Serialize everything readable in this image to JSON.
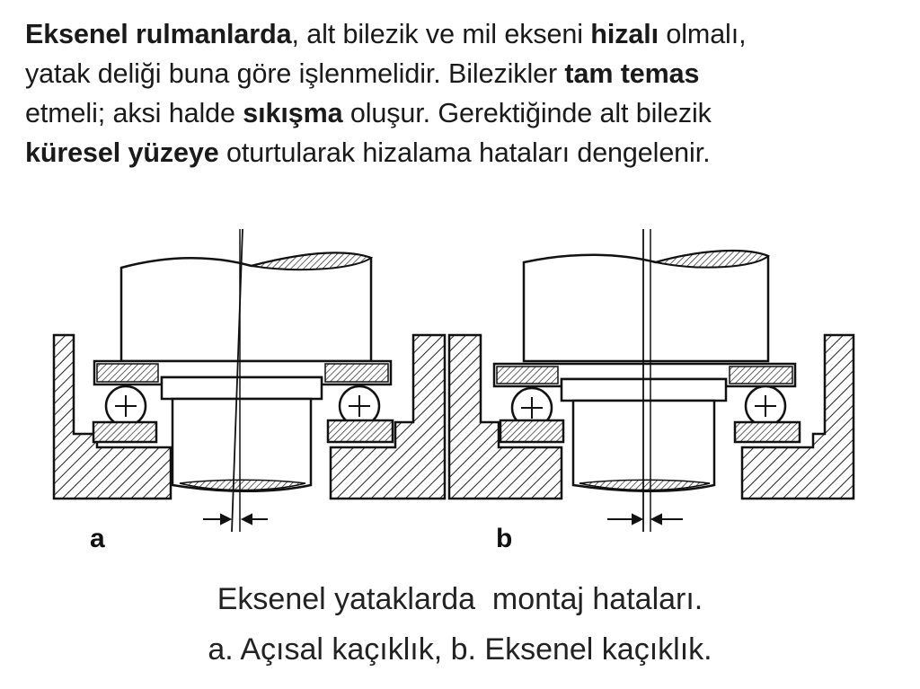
{
  "intro": {
    "l1": [
      "Eksenel rulmanlarda",
      ", alt bilezik ve mil ekseni ",
      "hizalı",
      " olmalı,"
    ],
    "l2": "yatak deliği buna göre işlenmelidir. Bilezikler ",
    "l2b": "tam temas",
    "l3a": "etmeli; aksi halde ",
    "l3b": "sıkışma",
    "l3c": " oluşur. Gerektiğinde alt bilezik",
    "l4a": "küresel yüzeye",
    "l4b": " oturtularak hizalama hataları dengelenir."
  },
  "figure": {
    "labels": [
      "a",
      "b"
    ]
  },
  "caption": {
    "line1": "Eksenel yataklarda  montaj hataları.",
    "line2": "a. Açısal kaçıklık, b. Eksenel kaçıklık."
  }
}
